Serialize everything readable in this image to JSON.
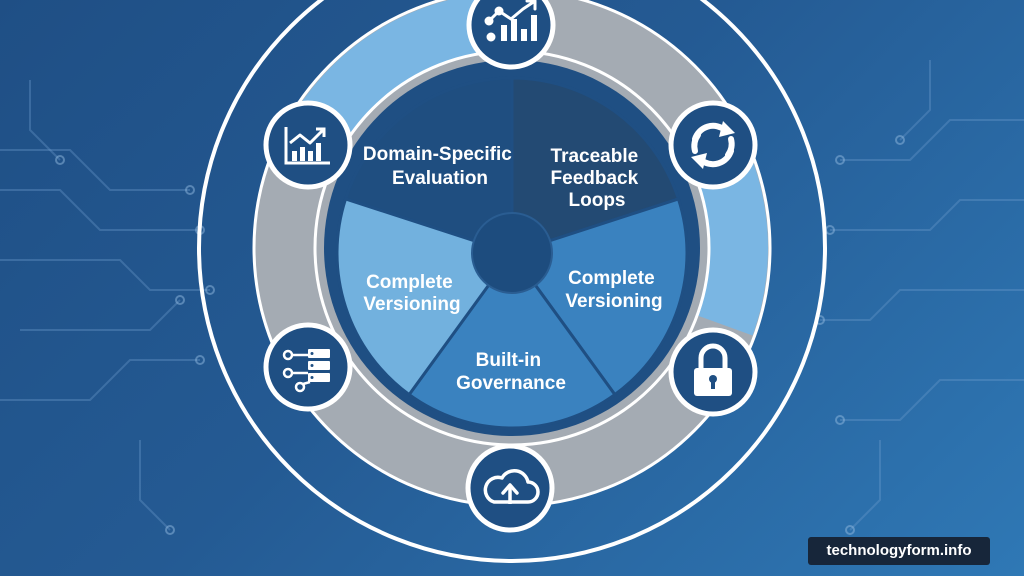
{
  "segments": [
    {
      "label_lines": [
        "Domain-Specific",
        "Evaluation"
      ]
    },
    {
      "label_lines": [
        "Traceable",
        "Feedback",
        "Loops"
      ]
    },
    {
      "label_lines": [
        "Complete",
        "Versioning"
      ]
    },
    {
      "label_lines": [
        "Built-in",
        "Governance"
      ]
    },
    {
      "label_lines": [
        "Complete",
        "Versioning"
      ]
    }
  ],
  "outer_icons": [
    {
      "icon": "growth-bar-chart-icon"
    },
    {
      "icon": "refresh-cycle-icon"
    },
    {
      "icon": "padlock-icon"
    },
    {
      "icon": "cloud-upload-icon"
    },
    {
      "icon": "server-network-icon"
    },
    {
      "icon": "trend-chart-icon"
    }
  ],
  "colors": {
    "segment_dark": "#1f4e80",
    "segment_darker": "#234a73",
    "segment_mid": "#3a82bf",
    "segment_light": "#72b1de",
    "ring_light": "#7ab6e3",
    "ring_gray": "#a4abb3",
    "hub": "#1d4c7e",
    "icon_circle": "#1f4f83"
  },
  "watermark": "technologyform.info"
}
